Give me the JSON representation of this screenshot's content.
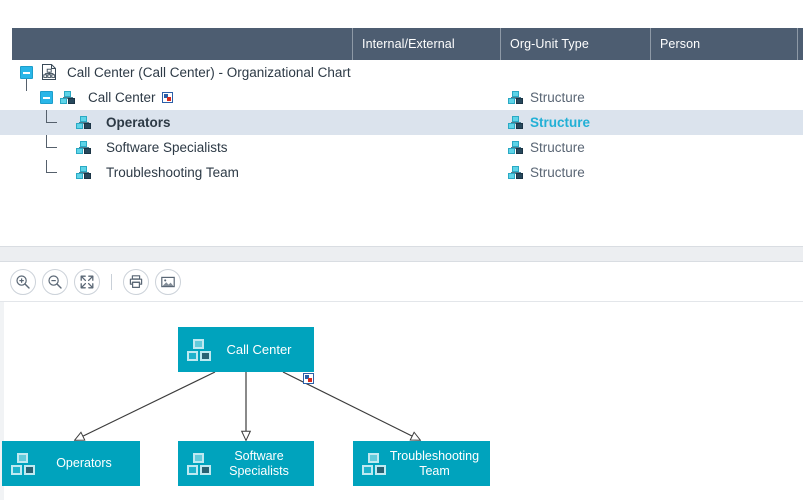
{
  "table": {
    "columns": [
      {
        "key": "name",
        "label": ""
      },
      {
        "key": "internal",
        "label": "Internal/External"
      },
      {
        "key": "orgtype",
        "label": "Org-Unit Type"
      },
      {
        "key": "person",
        "label": "Person"
      }
    ],
    "rows": [
      {
        "label": "Call Center (Call Center) - Organizational Chart",
        "icon": "org-chart-document-icon",
        "level": 0,
        "expander": "minus",
        "org_unit_type": "",
        "selected": false,
        "marker": false
      },
      {
        "label": "Call Center",
        "icon": "org-unit-icon",
        "level": 1,
        "expander": "minus",
        "org_unit_type": "Structure",
        "selected": false,
        "marker": true
      },
      {
        "label": "Operators",
        "icon": "org-unit-icon",
        "level": 2,
        "expander": "none",
        "org_unit_type": "Structure",
        "selected": true,
        "marker": false
      },
      {
        "label": "Software Specialists",
        "icon": "org-unit-icon",
        "level": 2,
        "expander": "none",
        "org_unit_type": "Structure",
        "selected": false,
        "marker": false
      },
      {
        "label": "Troubleshooting Team",
        "icon": "org-unit-icon",
        "level": 2,
        "expander": "none",
        "org_unit_type": "Structure",
        "selected": false,
        "marker": false
      }
    ]
  },
  "toolbar": {
    "buttons": [
      {
        "name": "zoom-in-button",
        "icon": "zoom-in-icon",
        "title": "Zoom In"
      },
      {
        "name": "zoom-out-button",
        "icon": "zoom-out-icon",
        "title": "Zoom Out"
      },
      {
        "name": "fit-screen-button",
        "icon": "fit-screen-icon",
        "title": "Fit to Screen"
      },
      {
        "name": "print-button",
        "icon": "printer-icon",
        "title": "Print"
      },
      {
        "name": "export-image-button",
        "icon": "image-icon",
        "title": "Export Image"
      }
    ]
  },
  "chart": {
    "root": {
      "label": "Call Center",
      "icon": "org-unit-icon",
      "marker": true
    },
    "children": [
      {
        "label": "Operators",
        "icon": "org-unit-icon"
      },
      {
        "label": "Software\nSpecialists",
        "icon": "org-unit-icon"
      },
      {
        "label": "Troubleshooting\nTeam",
        "icon": "org-unit-icon"
      }
    ]
  },
  "colors": {
    "header_bg": "#4d5d71",
    "node_teal": "#00a3bd",
    "selected_row": "#dbe3ed",
    "selected_text": "#22b0d6",
    "expander_cyan": "#29b6e8"
  }
}
